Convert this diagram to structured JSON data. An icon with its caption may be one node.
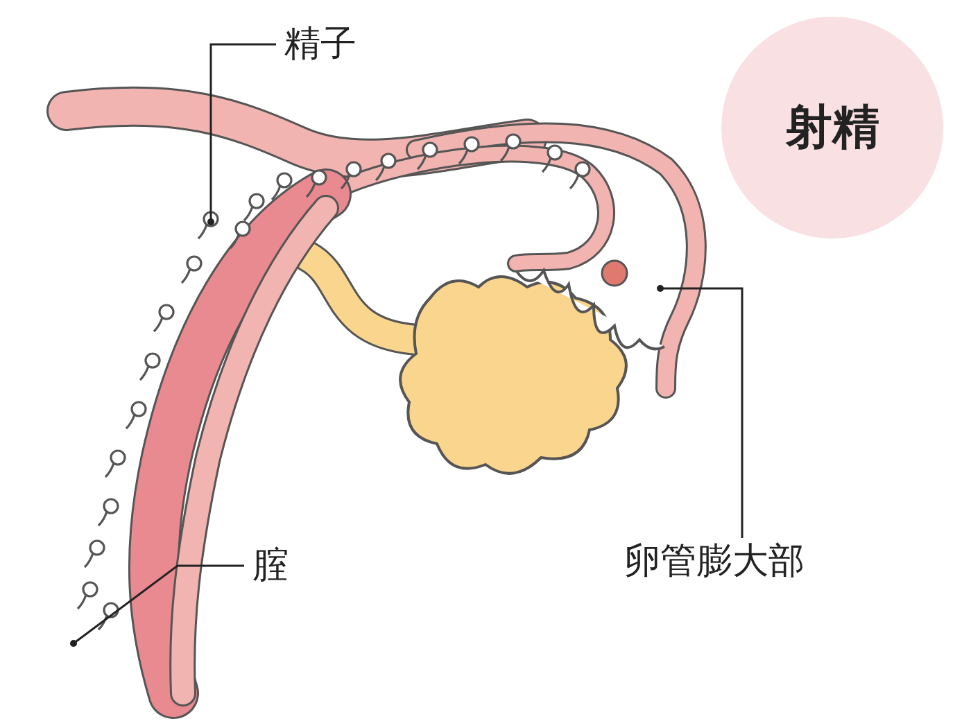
{
  "diagram": {
    "nodes": [
      {
        "text": [
          "射精"
        ]
      },
      {
        "text": [
          "精子"
        ]
      },
      {
        "text": [
          "腟"
        ]
      },
      {
        "text": [
          "卵管膨大部"
        ]
      }
    ],
    "edges": [
      {
        "from": 1,
        "to": null,
        "arrow": "other"
      },
      {
        "from": 2,
        "to": null,
        "arrow": "other"
      },
      {
        "from": 3,
        "to": null,
        "arrow": "other"
      }
    ]
  }
}
